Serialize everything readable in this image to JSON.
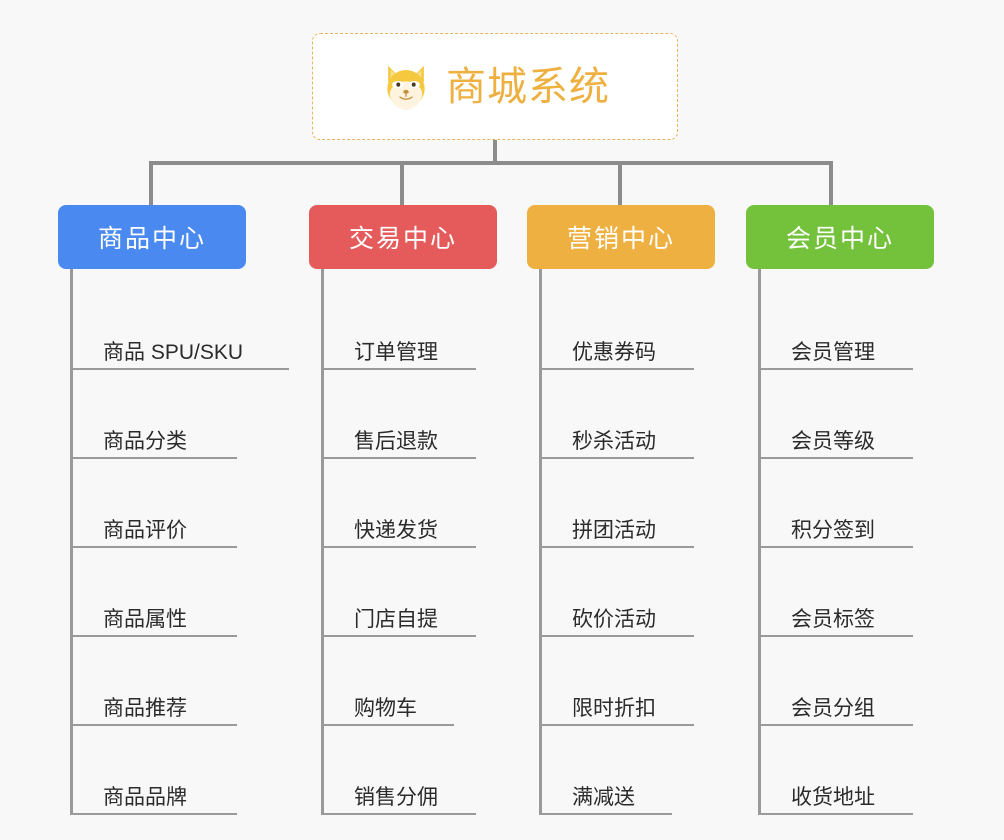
{
  "canvas": {
    "background_color": "#f8f8f8",
    "line_color": "#8c8c8c"
  },
  "root": {
    "title": "商城系统",
    "icon": "shiba-dog-face-icon",
    "text_color": "#eeb040",
    "border_color": "#e9b35a",
    "background_color": "#ffffff"
  },
  "columns": [
    {
      "header": "商品中心",
      "color": "#4a89f0",
      "items": [
        "商品 SPU/SKU",
        "商品分类",
        "商品评价",
        "商品属性",
        "商品推荐",
        "商品品牌"
      ]
    },
    {
      "header": "交易中心",
      "color": "#e55b5b",
      "items": [
        "订单管理",
        "售后退款",
        "快递发货",
        "门店自提",
        "购物车",
        "销售分佣"
      ]
    },
    {
      "header": "营销中心",
      "color": "#eeb040",
      "items": [
        "优惠券码",
        "秒杀活动",
        "拼团活动",
        "砍价活动",
        "限时折扣",
        "满减送"
      ]
    },
    {
      "header": "会员中心",
      "color": "#74c23c",
      "items": [
        "会员管理",
        "会员等级",
        "积分签到",
        "会员标签",
        "会员分组",
        "收货地址"
      ]
    }
  ]
}
